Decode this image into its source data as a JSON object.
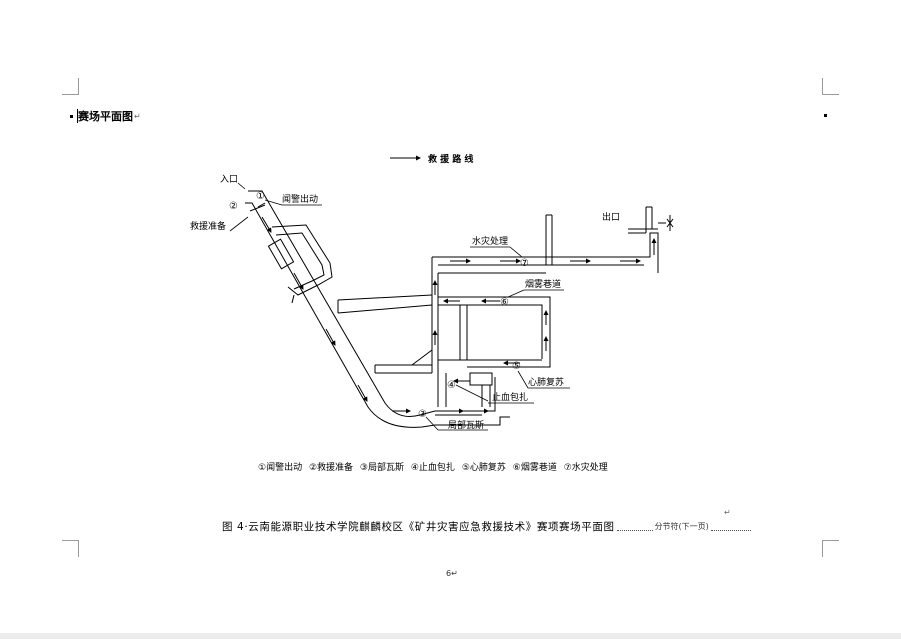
{
  "document": {
    "section_heading": "赛场平面图",
    "paragraph_mark": "↵",
    "page_number": "6↵",
    "caption": "图 4·云南能源职业技术学院麒麟校区《矿井灾害应急救援技术》赛项赛场平面图",
    "section_break_label": "分节符(下一页)"
  },
  "diagram": {
    "route_legend": "救 援 路 线",
    "entrance": "入口",
    "exit": "出口",
    "station_labels": {
      "s1": "①",
      "s1_name": "闻警出动",
      "s2": "②",
      "s2_name": "救援准备",
      "s3": "③",
      "s3_name": "局部瓦斯",
      "s4": "④",
      "s4_name": "止血包扎",
      "s5": "⑤",
      "s5_name": "心肺复苏",
      "s6": "⑥",
      "s6_name": "烟雾巷道",
      "s7": "⑦",
      "s7_name": "水灾处理"
    },
    "legend_items": [
      "①闻警出动",
      "②救援准备",
      "③局部瓦斯",
      "④止血包扎",
      "⑤心肺复苏",
      "⑥烟雾巷道",
      "⑦水灾处理"
    ]
  }
}
